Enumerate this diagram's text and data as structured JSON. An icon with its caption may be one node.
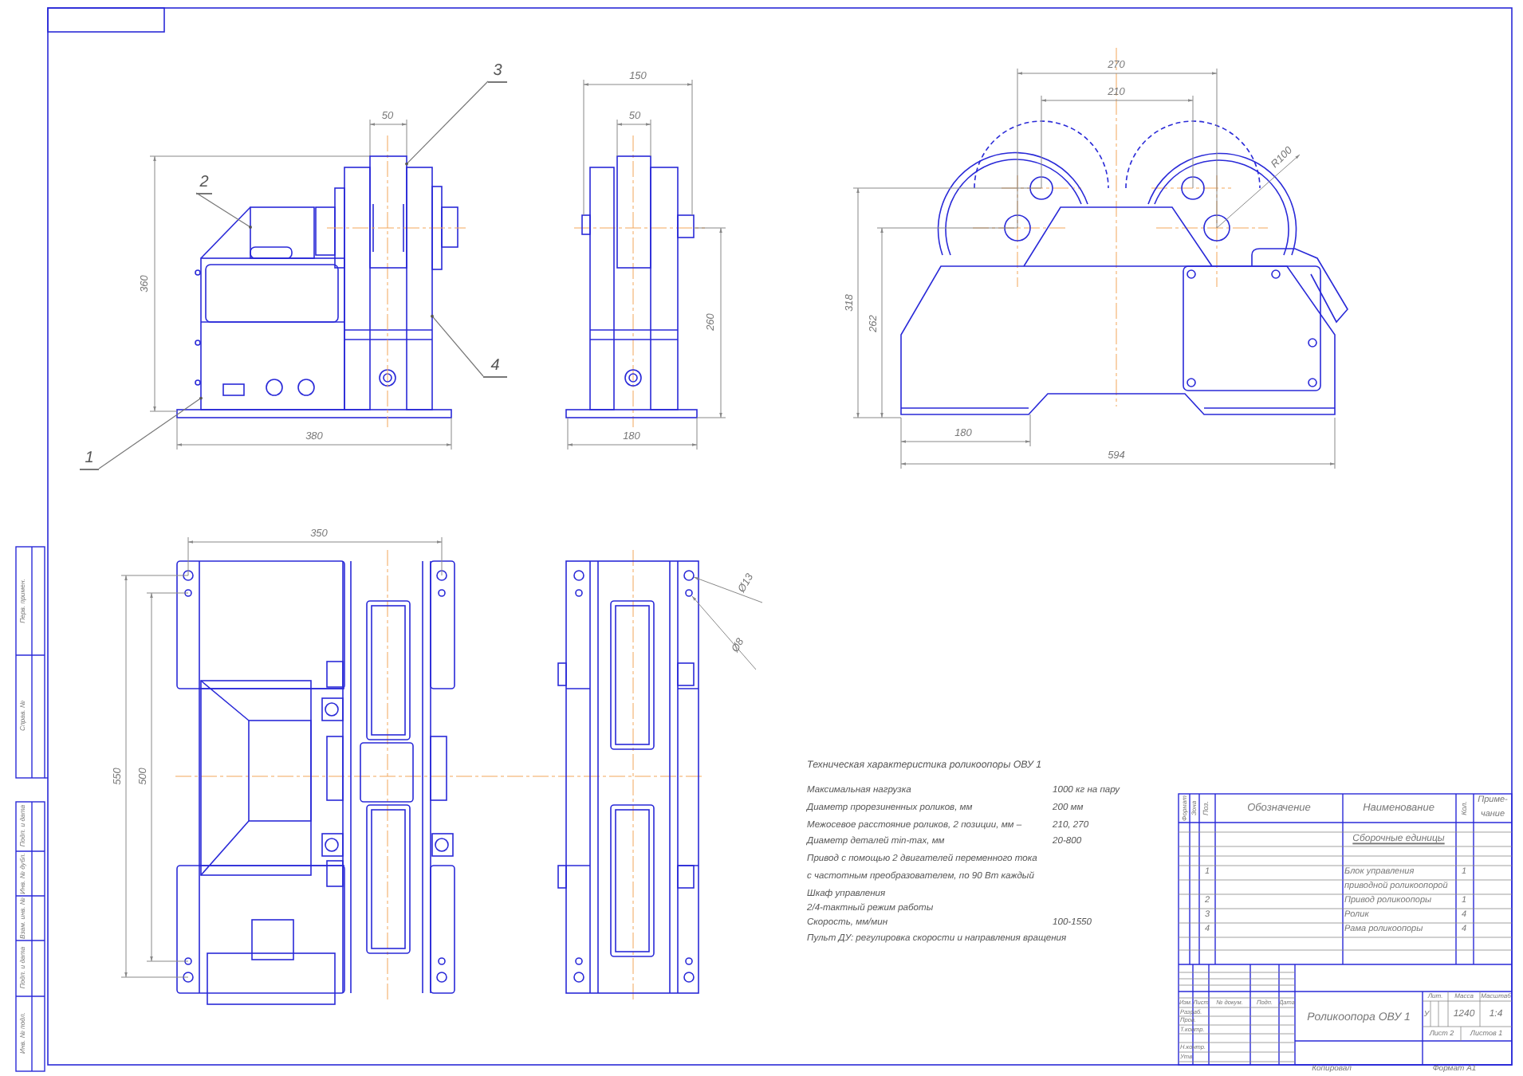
{
  "diagram": {
    "nodes": [
      {
        "text": [
          "3"
        ]
      },
      {
        "text": [
          "2"
        ]
      },
      {
        "text": [
          "4"
        ]
      },
      {
        "text": [
          "1"
        ]
      },
      {
        "text": [],
        "shape": "box"
      },
      {
        "text": [],
        "shape": "box"
      },
      {
        "text": [],
        "shape": "box"
      },
      {
        "text": [],
        "shape": "box"
      }
    ],
    "edges": [
      {
        "from": 0,
        "to": 6,
        "arrow": "other"
      },
      {
        "from": 1,
        "to": 5,
        "arrow": "other"
      },
      {
        "from": 2,
        "to": 7,
        "arrow": "other"
      },
      {
        "from": 3,
        "to": 4,
        "arrow": "other"
      }
    ],
    "labels": [
      "50",
      "360",
      "380",
      "150",
      "50",
      "260",
      "180",
      "270",
      "210",
      "R100",
      "318",
      "262",
      "180",
      "594",
      "350",
      "550",
      "500",
      "Ø13",
      "Ø8",
      "Техническая характеристика роликоопоры ОВУ 1",
      "Максимальная нагрузка",
      "1000 кг на пару",
      "Диаметр прорезиненных роликов, мм",
      "200 мм",
      "Межосевое расстояние роликов, 2 позиции, мм –",
      "210, 270",
      "Диаметр деталей min-max, мм",
      "20-800",
      "Привод с помощью 2 двигателей переменного тока с частотным преобразователем, по 90 Вт каждый",
      "Шкаф управления",
      "2/4-тактный режим работы",
      "Скорость, мм/мин",
      "100-1550",
      "Пульт ДУ: регулировка скорости и направления вращения",
      "Формат",
      "Зона",
      "Поз.",
      "Обозначение",
      "Наименование",
      "Кол.",
      "Приме- чание",
      "Сборочные единицы",
      "1",
      "Блок управления приводной роликоопорой",
      "1",
      "2",
      "Привод роликоопоры",
      "1",
      "3",
      "Ролик",
      "4",
      "4",
      "Рама роликоопоры",
      "4",
      "Изм.",
      "Лист",
      "№ докум.",
      "Подп.",
      "Дата",
      "Разраб.",
      "Пров.",
      "Т.контр.",
      "Н.контр.",
      "Утв.",
      "Роликоопора ОВУ 1",
      "Лит.",
      "Масса",
      "Масштаб",
      "У",
      "1240",
      "1:4",
      "Лист 2",
      "Листов 1",
      "Копировал",
      "Формат А1",
      "Перв. примен.",
      "Справ. №",
      "Подп. и дата",
      "Инв. № дубл.",
      "Взам. инв. №",
      "Подп. и дата",
      "Инв. № подл."
    ]
  }
}
